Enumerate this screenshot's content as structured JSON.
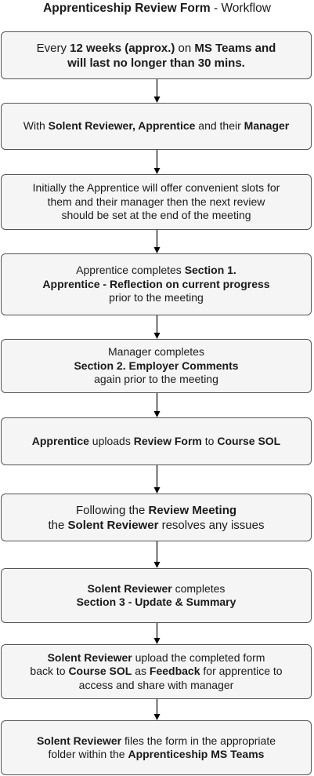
{
  "title": {
    "bold": "Apprenticeship Review Form",
    "rest": " - Workflow"
  },
  "steps": [
    {
      "lines": [
        [
          {
            "t": "Every ",
            "b": false
          },
          {
            "t": "12 weeks (approx.)",
            "b": true
          },
          {
            "t": " on ",
            "b": false
          },
          {
            "t": "MS Teams and",
            "b": true
          }
        ],
        [
          {
            "t": "will last no longer than 30 mins.",
            "b": true
          }
        ]
      ]
    },
    {
      "lines": [
        [
          {
            "t": "With ",
            "b": false
          },
          {
            "t": "Solent Reviewer, Apprentice",
            "b": true
          },
          {
            "t": " and their ",
            "b": false
          },
          {
            "t": "Manager",
            "b": true
          }
        ]
      ]
    },
    {
      "lines": [
        [
          {
            "t": "Initially the Apprentice will offer convenient slots for",
            "b": false
          }
        ],
        [
          {
            "t": "them and their manager then the next review",
            "b": false
          }
        ],
        [
          {
            "t": "should be set at the end of the meeting",
            "b": false
          }
        ]
      ]
    },
    {
      "lines": [
        [
          {
            "t": "Apprentice completes ",
            "b": false
          },
          {
            "t": "Section 1.",
            "b": true
          }
        ],
        [
          {
            "t": "Apprentice - Reflection on current progress",
            "b": true
          }
        ],
        [
          {
            "t": "prior to the meeting",
            "b": false
          }
        ]
      ]
    },
    {
      "lines": [
        [
          {
            "t": "Manager completes",
            "b": false
          }
        ],
        [
          {
            "t": "Section 2. Employer Comments",
            "b": true
          }
        ],
        [
          {
            "t": "again prior to the meeting",
            "b": false
          }
        ]
      ]
    },
    {
      "lines": [
        [
          {
            "t": "Apprentice",
            "b": true
          },
          {
            "t": " uploads ",
            "b": false
          },
          {
            "t": "Review Form",
            "b": true
          },
          {
            "t": " to ",
            "b": false
          },
          {
            "t": "Course SOL",
            "b": true
          }
        ]
      ]
    },
    {
      "lines": [
        [
          {
            "t": "Following the ",
            "b": false
          },
          {
            "t": "Review Meeting",
            "b": true
          }
        ],
        [
          {
            "t": "the ",
            "b": false
          },
          {
            "t": "Solent Reviewer",
            "b": true
          },
          {
            "t": " resolves any issues",
            "b": false
          }
        ]
      ]
    },
    {
      "lines": [
        [
          {
            "t": "Solent Reviewer",
            "b": true
          },
          {
            "t": " completes",
            "b": false
          }
        ],
        [
          {
            "t": "Section 3 - ",
            "b": true
          },
          {
            "t": "Update & Summary",
            "b": true
          }
        ]
      ]
    },
    {
      "lines": [
        [
          {
            "t": "Solent Reviewer",
            "b": true
          },
          {
            "t": " upload the completed form",
            "b": false
          }
        ],
        [
          {
            "t": "back to ",
            "b": false
          },
          {
            "t": "Course SOL",
            "b": true
          },
          {
            "t": " as ",
            "b": false
          },
          {
            "t": "Feedback",
            "b": true
          },
          {
            "t": " for apprentice to",
            "b": false
          }
        ],
        [
          {
            "t": "access  and share with manager",
            "b": false
          }
        ]
      ]
    },
    {
      "lines": [
        [
          {
            "t": "Solent Reviewer",
            "b": true
          },
          {
            "t": " files the form in the appropriate",
            "b": false
          }
        ],
        [
          {
            "t": "folder within the ",
            "b": false
          },
          {
            "t": "Apprenticeship MS Teams",
            "b": true
          }
        ]
      ]
    }
  ]
}
